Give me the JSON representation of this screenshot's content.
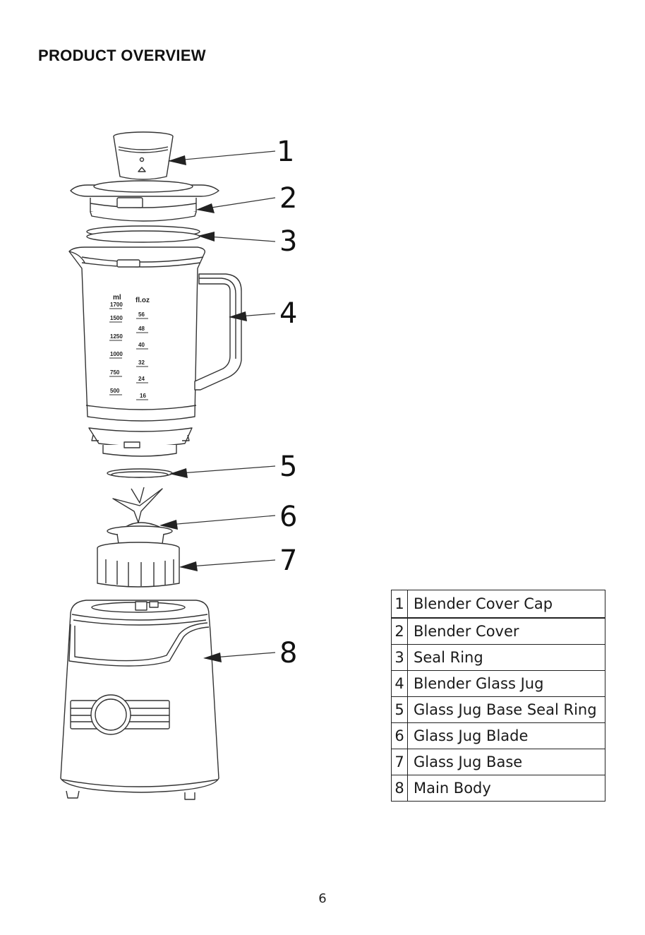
{
  "page": {
    "title": "PRODUCT OVERVIEW",
    "page_number": "6"
  },
  "diagram": {
    "callouts": [
      "1",
      "2",
      "3",
      "4",
      "5",
      "6",
      "7",
      "8"
    ],
    "scale": {
      "ml_header": "ml",
      "floz_header": "fl.oz",
      "ml_marks": [
        "1700",
        "1500",
        "1250",
        "1000",
        "750",
        "500"
      ],
      "floz_marks": [
        "56",
        "48",
        "40",
        "32",
        "24",
        "16"
      ]
    }
  },
  "parts": [
    {
      "num": "1",
      "label": "Blender Cover Cap"
    },
    {
      "num": "2",
      "label": "Blender Cover"
    },
    {
      "num": "3",
      "label": "Seal Ring"
    },
    {
      "num": "4",
      "label": "Blender Glass Jug"
    },
    {
      "num": "5",
      "label": "Glass Jug Base Seal Ring"
    },
    {
      "num": "6",
      "label": "Glass Jug Blade"
    },
    {
      "num": "7",
      "label": "Glass Jug Base"
    },
    {
      "num": "8",
      "label": "Main Body"
    }
  ]
}
